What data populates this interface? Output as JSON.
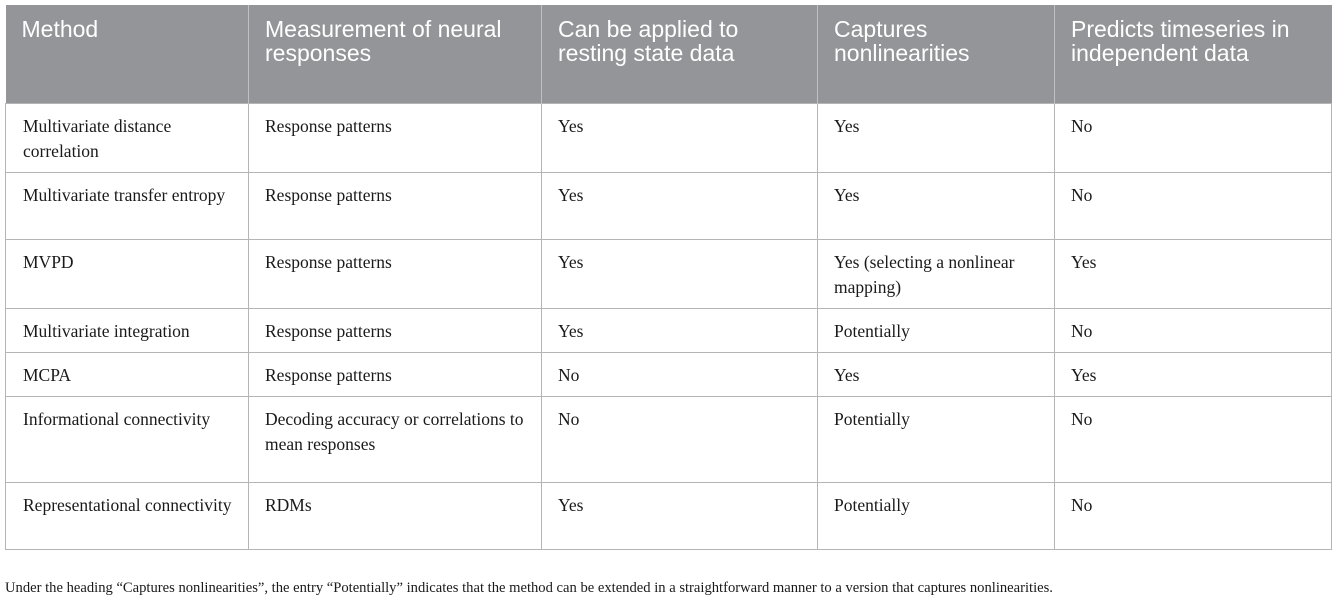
{
  "table": {
    "headers": [
      "Method",
      "Measurement of neural responses",
      "Can be applied to resting state data",
      "Captures nonlinearities",
      "Predicts timeseries in independent data"
    ],
    "rows": [
      [
        "Multivariate distance correlation",
        "Response patterns",
        "Yes",
        "Yes",
        "No"
      ],
      [
        "Multivariate transfer entropy",
        "Response patterns",
        "Yes",
        "Yes",
        "No"
      ],
      [
        "MVPD",
        "Response patterns",
        "Yes",
        "Yes (selecting a nonlinear mapping)",
        "Yes"
      ],
      [
        "Multivariate integration",
        "Response patterns",
        "Yes",
        "Potentially",
        "No"
      ],
      [
        "MCPA",
        "Response patterns",
        "No",
        "Yes",
        "Yes"
      ],
      [
        "Informational connectivity",
        "Decoding accuracy or correlations to mean responses",
        "No",
        "Potentially",
        "No"
      ],
      [
        "Representational connectivity",
        "RDMs",
        "Yes",
        "Potentially",
        "No"
      ]
    ]
  },
  "footnote": "Under the heading “Captures nonlinearities”, the entry “Potentially” indicates that the method can be extended in a straightforward manner to a version that captures nonlinearities."
}
